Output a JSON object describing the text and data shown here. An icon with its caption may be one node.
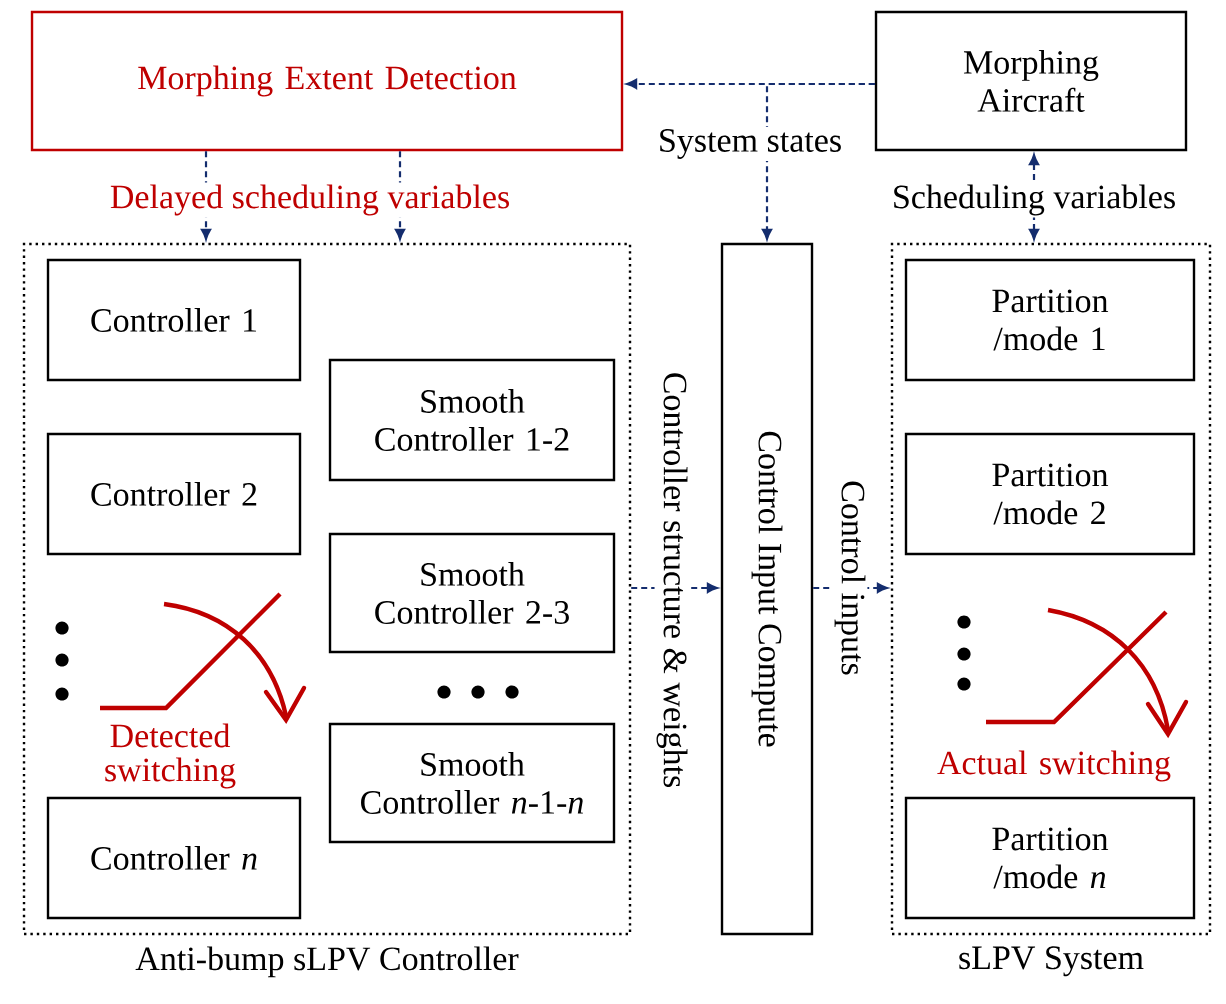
{
  "diagram": {
    "nodes": [
      {
        "text": [
          "Morphing Extent Detection"
        ]
      },
      {
        "text": [
          "Morphing Aircraft"
        ]
      },
      {
        "text": [
          "Anti-bump sLPV Controller"
        ]
      },
      {
        "text": [
          "Controller 1"
        ],
        "in": 2
      },
      {
        "text": [
          "Controller 2"
        ],
        "in": 2
      },
      {
        "text": [
          "Controller *n*"
        ],
        "in": 2
      },
      {
        "text": [
          "Smooth Controller 1-2"
        ],
        "in": 2
      },
      {
        "text": [
          "Smooth Controller 2-3"
        ],
        "in": 2
      },
      {
        "text": [
          "Smooth Controller *n*-1-*n*"
        ],
        "in": 2
      },
      {
        "text": [
          "Control Input Compute"
        ]
      },
      {
        "text": [
          "sLPV System"
        ]
      },
      {
        "text": [
          "Partition /mode 1"
        ],
        "in": 10
      },
      {
        "text": [
          "Partition /mode 2"
        ],
        "in": 10
      },
      {
        "text": [
          "Partition /mode *n*"
        ],
        "in": 10
      }
    ],
    "edges": [
      {
        "from": 1,
        "to": 0,
        "arrow": "to",
        "style": "dashed"
      },
      {
        "from": 1,
        "to": 9,
        "arrow": "to",
        "style": "dashed",
        "label": "System states"
      },
      {
        "from": 0,
        "to": 2,
        "arrow": "to",
        "style": "dashed",
        "label": "Delayed scheduling variables"
      },
      {
        "from": 0,
        "to": 2,
        "arrow": "to",
        "style": "dashed"
      },
      {
        "from": 1,
        "to": 10,
        "arrow": "both",
        "style": "dashed",
        "label": "Scheduling variables"
      },
      {
        "from": 2,
        "to": 9,
        "arrow": "to",
        "style": "dashed",
        "label": "Controller structure & weights"
      },
      {
        "from": 9,
        "to": 10,
        "arrow": "to",
        "style": "dashed",
        "label": "Control inputs"
      }
    ],
    "labels": [
      "Detected switching",
      "Actual switching"
    ]
  }
}
